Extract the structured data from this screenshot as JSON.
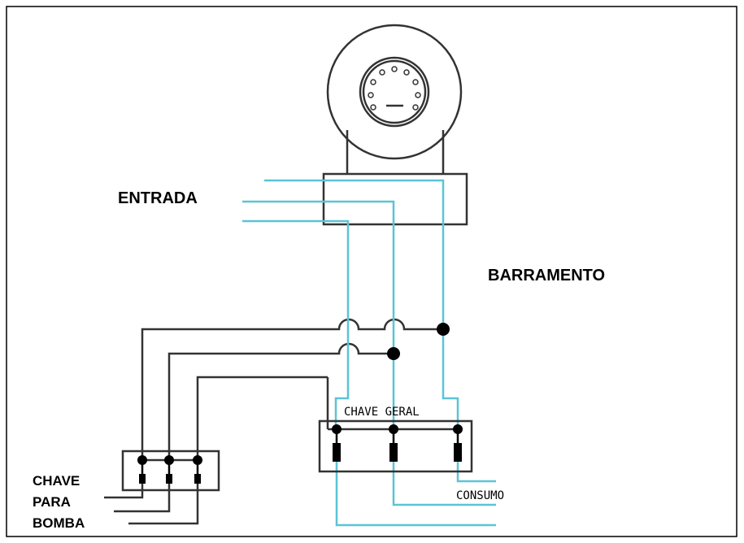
{
  "labels": {
    "entrada": "ENTRADA",
    "barramento": "BARRAMENTO",
    "chave_geral": "CHAVE GERAL",
    "consumo": "CONSUMO",
    "chave_para_bomba": [
      "CHAVE",
      "PARA",
      "BOMBA"
    ]
  },
  "colors": {
    "line_phase": "#5bc4d6",
    "line_pump": "#333333",
    "outline": "#333333",
    "node": "#000000",
    "background": "#ffffff"
  }
}
